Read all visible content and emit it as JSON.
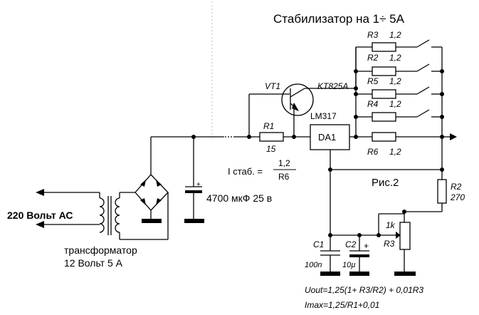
{
  "title": "Стабилизатор на  1÷ 5А",
  "figure_label": "Рис.2",
  "mains_label": "220 Вольт АС",
  "transformer_label_line1": "трансформатор",
  "transformer_label_line2": "12 Вольт 5 А",
  "filter_cap_label": "4700 мкФ 25 в",
  "transistor": {
    "ref": "VT1",
    "type": "KT825A"
  },
  "regulator": {
    "part": "LM317",
    "ref": "DA1"
  },
  "r1": {
    "ref": "R1",
    "value": "15"
  },
  "shunts": [
    {
      "ref": "R3",
      "value": "1,2"
    },
    {
      "ref": "R2",
      "value": "1,2"
    },
    {
      "ref": "R5",
      "value": "1,2"
    },
    {
      "ref": "R4",
      "value": "1,2"
    },
    {
      "ref": "R6",
      "value": "1,2"
    }
  ],
  "current_formula": {
    "label": "I стаб. =",
    "numerator": "1,2",
    "denominator": "R6"
  },
  "r2": {
    "ref": "R2",
    "value": "270"
  },
  "pot": {
    "ref": "R3",
    "value": "1k"
  },
  "c1": {
    "ref": "C1",
    "value": "100n"
  },
  "c2": {
    "ref": "C2",
    "value": "10µ"
  },
  "polarity_plus": "+",
  "formula_uout": "Uout=1,25(1+ R3/R2) + 0,01R3",
  "formula_imax": "Imax=1,25/R1+0,01"
}
